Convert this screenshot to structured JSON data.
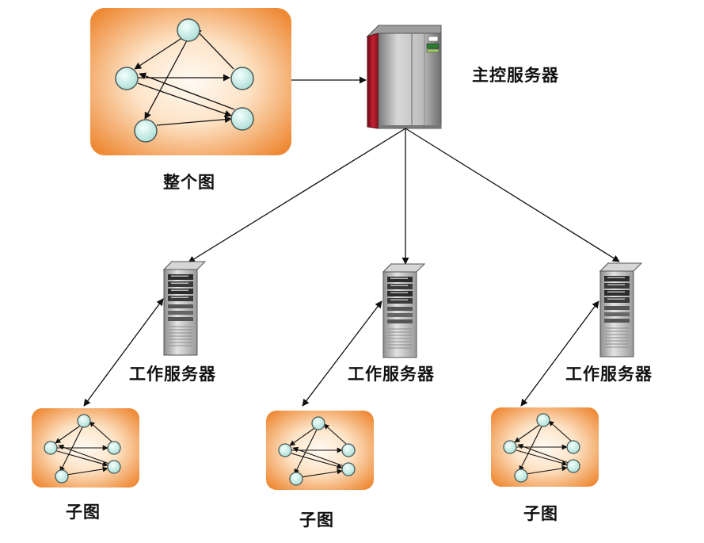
{
  "master": {
    "label": "主控服务器",
    "icon": "mainframe-server-icon"
  },
  "whole_graph": {
    "label": "整个图",
    "icon": "graph-network-icon"
  },
  "workers": [
    {
      "label": "工作服务器",
      "icon": "tower-server-icon",
      "subgraph_label": "子图"
    },
    {
      "label": "工作服务器",
      "icon": "tower-server-icon",
      "subgraph_label": "子图"
    },
    {
      "label": "工作服务器",
      "icon": "tower-server-icon",
      "subgraph_label": "子图"
    }
  ],
  "colors": {
    "panel_edge": "#ef8f3d",
    "panel_center": "#fff7ee",
    "node_fill": "#c9ede6",
    "node_stroke": "#4a5a5a",
    "edge": "#111111",
    "mainframe_red": "#b0182a",
    "server_gray": "#c4c4c4"
  }
}
